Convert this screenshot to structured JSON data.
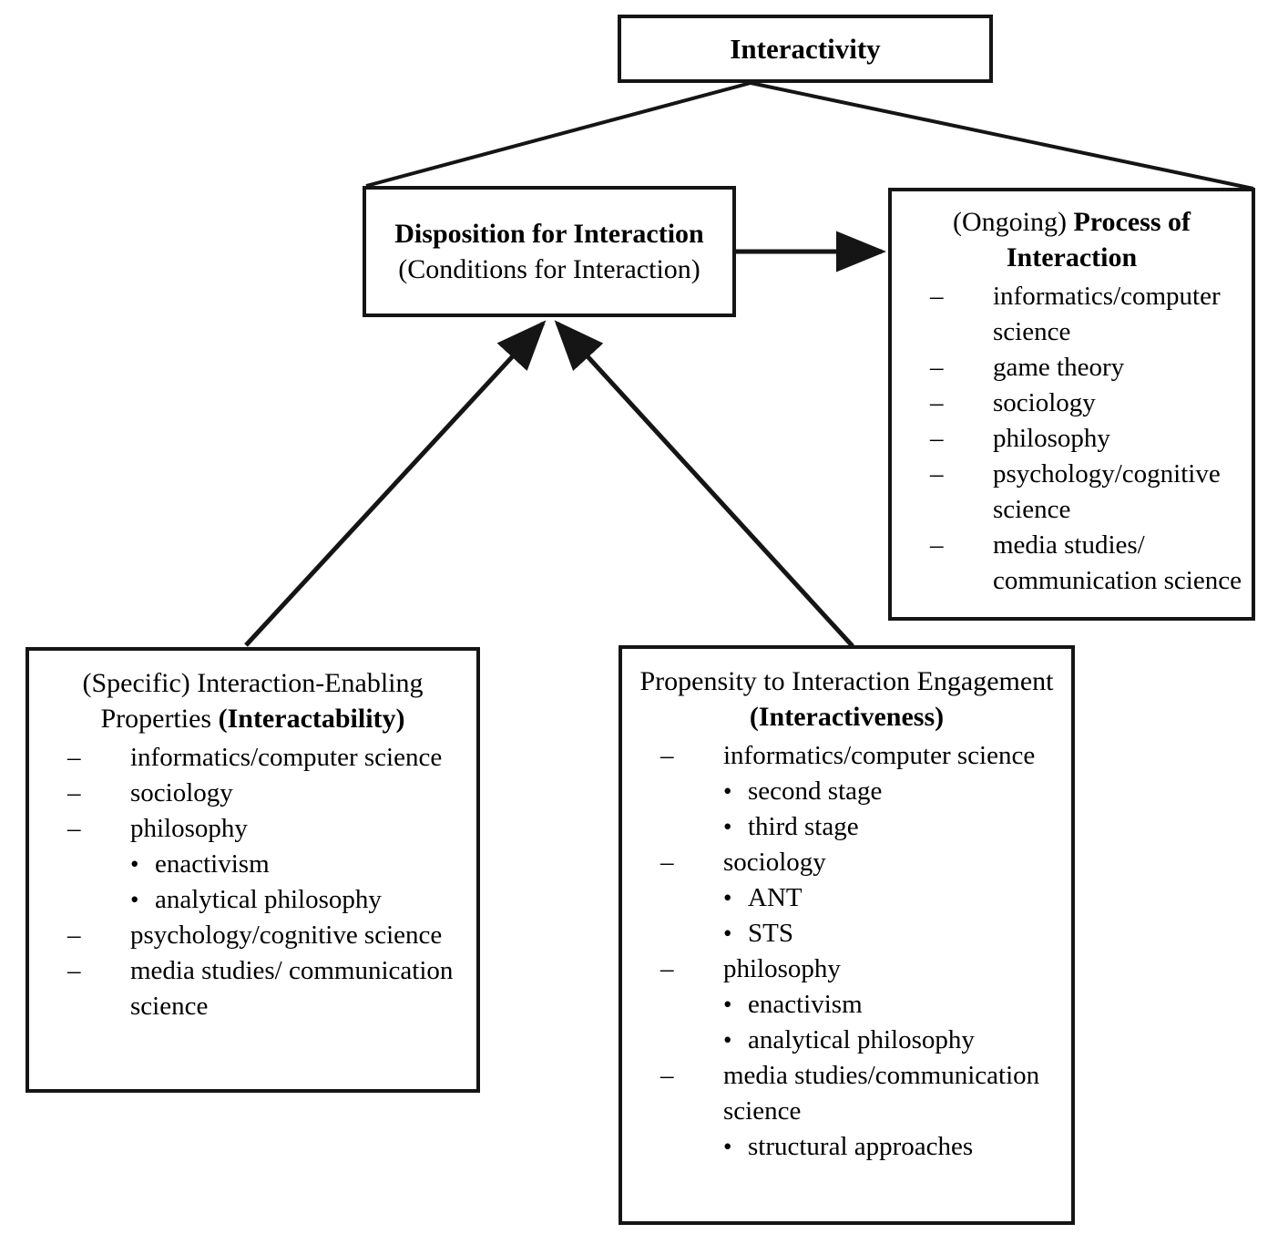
{
  "diagram": {
    "title_node": {
      "label": "Interactivity"
    },
    "disposition_node": {
      "label_bold": "Disposition for Interaction",
      "label_regular": " (Conditions for Interaction)"
    },
    "process_node": {
      "label_regular": "(Ongoing) ",
      "label_bold": "Process of Interaction",
      "items": [
        {
          "text": "informatics/computer science",
          "mark": "–"
        },
        {
          "text": "game theory",
          "mark": "–"
        },
        {
          "text": "sociology",
          "mark": "–"
        },
        {
          "text": "philosophy",
          "mark": "–"
        },
        {
          "text": "psychology/cognitive science",
          "mark": "–"
        },
        {
          "text": "media studies/ communication science",
          "mark": "–"
        }
      ]
    },
    "interactability_node": {
      "label_regular": "(Specific) Interaction-Enabling Properties ",
      "label_bold": "(Interactability)",
      "items": [
        {
          "mark": "–",
          "text": "informatics/computer science",
          "subitems": []
        },
        {
          "mark": "–",
          "text": "sociology",
          "subitems": []
        },
        {
          "mark": "–",
          "text": "philosophy",
          "subitems": [
            {
              "mark": "•",
              "text": "enactivism"
            },
            {
              "mark": "•",
              "text": "analytical philosophy"
            }
          ]
        },
        {
          "mark": "–",
          "text": "psychology/cognitive science",
          "subitems": []
        },
        {
          "mark": "–",
          "text": "media studies/ communication science",
          "subitems": []
        }
      ]
    },
    "interactiveness_node": {
      "label_regular": "Propensity to Interaction Engagement ",
      "label_bold": "(Interactiveness)",
      "items": [
        {
          "mark": "–",
          "text": "informatics/computer science",
          "subitems": [
            {
              "mark": "•",
              "text": "second stage"
            },
            {
              "mark": "•",
              "text": "third stage"
            }
          ]
        },
        {
          "mark": "–",
          "text": "sociology",
          "subitems": [
            {
              "mark": "•",
              "text": "ANT"
            },
            {
              "mark": "•",
              "text": "STS"
            }
          ]
        },
        {
          "mark": "–",
          "text": "philosophy",
          "subitems": [
            {
              "mark": "•",
              "text": "enactivism"
            },
            {
              "mark": "•",
              "text": "analytical philosophy"
            }
          ]
        },
        {
          "mark": "–",
          "text": "media studies/communication science",
          "subitems": [
            {
              "mark": "•",
              "text": "structural approaches"
            }
          ]
        }
      ]
    },
    "colors": {
      "stroke": "#151515",
      "background": "#ffffff",
      "text": "#000000"
    }
  }
}
